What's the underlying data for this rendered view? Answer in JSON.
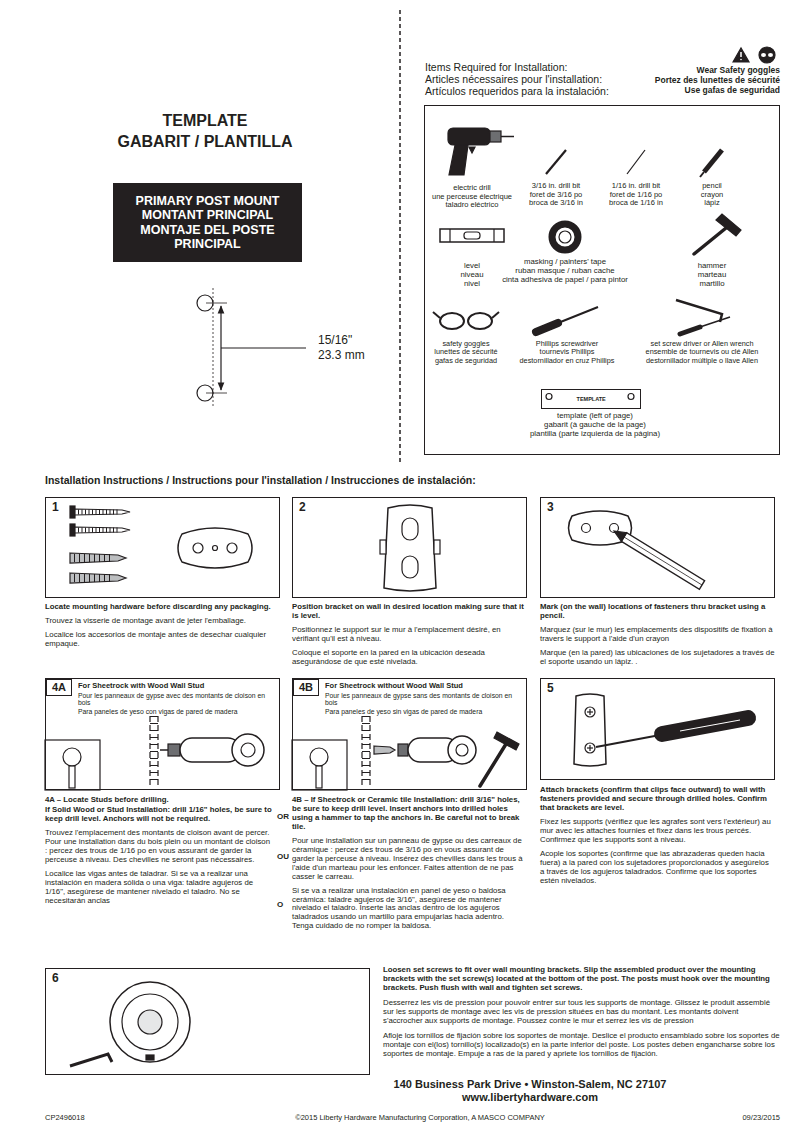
{
  "diagram": {
    "nodes": [
      {
        "text": [
          "PRIMARY POST MOUNT MONTANT PRINCIPAL MONTAJE DEL POSTE PRINCIPAL"
        ]
      },
      {
        "text": [
          "Items Required for Installation:",
          "Articles nécessaires pour l'installation:",
          "Artículos requeridos para la instalación:"
        ]
      },
      {
        "text": [
          "TEMPLATE"
        ],
        "in": 1
      },
      {
        "text": [
          "1"
        ]
      },
      {
        "text": [
          "2"
        ]
      },
      {
        "text": [
          "3"
        ]
      },
      {
        "text": [
          "4A",
          "For Sheetrock with Wood Wall Stud",
          "Pour les panneaux de gypse avec des montants de cloison en bois",
          "Para paneles de yeso con vigas de pared de madera"
        ]
      },
      {
        "text": [
          "4B",
          "For Sheetrock without Wood Wall Stud",
          "Pour les panneaux de gypse sans des montants de cloison en bois",
          "Para paneles de yeso sin vigas de pared de madera"
        ]
      },
      {
        "text": [
          "5"
        ]
      },
      {
        "text": [
          "6"
        ]
      }
    ],
    "labels": [
      "TEMPLATE",
      "GABARIT / PLANTILLA",
      "15/16\"",
      "23.3 mm",
      "Wear Safety goggles",
      "Portez des lunettes de sécurité",
      "Use gafas de seguridad",
      "electric drill",
      "une perceuse électrique",
      "taladro eléctrico",
      "3/16 in. drill bit",
      "foret de 3/16 po",
      "broca de 3/16 in",
      "1/16 in. drill bit",
      "foret de 1/16 po",
      "broca de 1/16 in",
      "pencil",
      "crayon",
      "lápiz",
      "level",
      "niveau",
      "nivel",
      "masking / painters' tape",
      "ruban masque / ruban cache",
      "cinta adhesiva de papel / para pintor",
      "hammer",
      "marteau",
      "martillo",
      "safety goggles",
      "lunettes de sécurité",
      "gafas de seguridad",
      "Phillips screwdriver",
      "tournevis Phillips",
      "destornillador en cruz Phillips",
      "set screw driver or Allen wrench",
      "ensemble de tournevis ou clé Allen",
      "destornillador múltiple o llave Allen",
      "template (left of page)",
      "gabarit (à gauche de la page)",
      "plantilla (parte izquierda de la página)",
      "Installation Instructions / Instructions pour l'installation / Instrucciones de instalación:",
      "Locate mounting hardware before discarding any packaging.",
      "Trouvez la visserie de montage avant de jeter l'emballage.",
      "Localice los accesorios de montaje antes de desechar cualquier empaque.",
      "Position bracket on wall in desired location making sure that it is level.",
      "Positionnez le support sur le mur à l'emplacement désiré, en vérifiant qu'il est à niveau.",
      "Coloque el soporte en la pared en la ubicación deseada asegurándose de que esté nivelada.",
      "Mark (on the wall) locations of fasteners thru bracket using a pencil.",
      "Marquez (sur le mur) les emplacements des dispositifs de fixation à travers le support à l'aide d'un crayon",
      "Marque (en la pared) las ubicaciones de los sujetadores a través de el soporte usando un lápiz. .",
      "4A – Locate Studs before drilling.",
      "If Solid Wood or Stud Installation: drill 1/16\" holes, be sure to keep drill level. Anchors will not be required.",
      "Trouvez l'emplacement des montants de cloison avant de percer. Pour une installation dans du bois plein ou un montant de cloison : percez des trous de 1/16 po en vous assurant de garder la perceuse à niveau. Des chevilles ne seront pas nécessaires.",
      "Localice las vigas antes de taladrar. Si se va a realizar una instalación en madera sólida o una viga: taladre agujeros de 1/16\", asegúrese de mantener nivelado el taladro. No se necesitarán anclas",
      "OR",
      "OU",
      "O",
      "4B – If Sheetrock or Ceramic tile Installation: drill 3/16\" holes, be sure to keep drill level. Insert anchors into drilled holes using a hammer to tap the anchors in. Be careful not to break tile.",
      "Pour une installation sur un panneau de gypse ou des carreaux de céramique : percez des trous de 3/16 po en vous assurant de garder la perceuse à niveau. Insérez des chevilles dans les trous à l'aide d'un marteau pour les enfoncer. Faites attention de ne pas casser le carreau.",
      "Si se va a realizar una instalación en panel de yeso o baldosa cerámica: taladre agujeros de 3/16\", asegúrese de mantener nivelado el taladro. Inserte las anclas dentro de los agujeros taladrados usando un martillo para empujarlas hacia adentro. Tenga cuidado de no romper la baldosa.",
      "Attach brackets (confirm that clips face outward) to wall with fasteners provided and secure through drilled holes. Confirm that brackets are level.",
      "Fixez les supports (vérifiez que les agrafes sont vers l'extérieur) au mur avec les attaches fournies et fixez dans les trous percés. Confirmez que les supports sont à niveau.",
      "Acople los soportes (confirme que las abrazaderas queden hacia fuera) a la pared con los sujetadores proporcionados y asegúrelos a través de los agujeros taladrados. Confirme que los soportes estén nivelados.",
      "Loosen set screws to fit over wall mounting brackets. Slip the assembled product over the mounting brackets with the set screw(s) located at the bottom of the post. The posts must hook over the mounting brackets. Push flush with wall and tighten set screws.",
      "Desserrez les vis de pression pour pouvoir entrer sur tous les supports de montage. Glissez le produit assemblé sur les supports de montage avec les vis de pression situées en bas du montant. Les montants doivent s'accrocher aux supports de montage. Poussez contre le mur et serrez les vis de pression",
      "Afloje los tornillos de fijación sobre los soportes de montaje. Deslice el producto ensamblado sobre los soportes de montaje con el(los) tornillo(s) localizado(s) en la parte inferior del poste. Los postes deben engancharse sobre los soportes de montaje. Empuje a ras de la pared y apriete los tornillos de fijación.",
      "140 Business Park Drive • Winston-Salem, NC 27107",
      "www.libertyhardware.com",
      "CP2496018",
      "©2015 Liberty Hardware Manufacturing Corporation, A MASCO COMPANY",
      "09/23/2015"
    ]
  }
}
